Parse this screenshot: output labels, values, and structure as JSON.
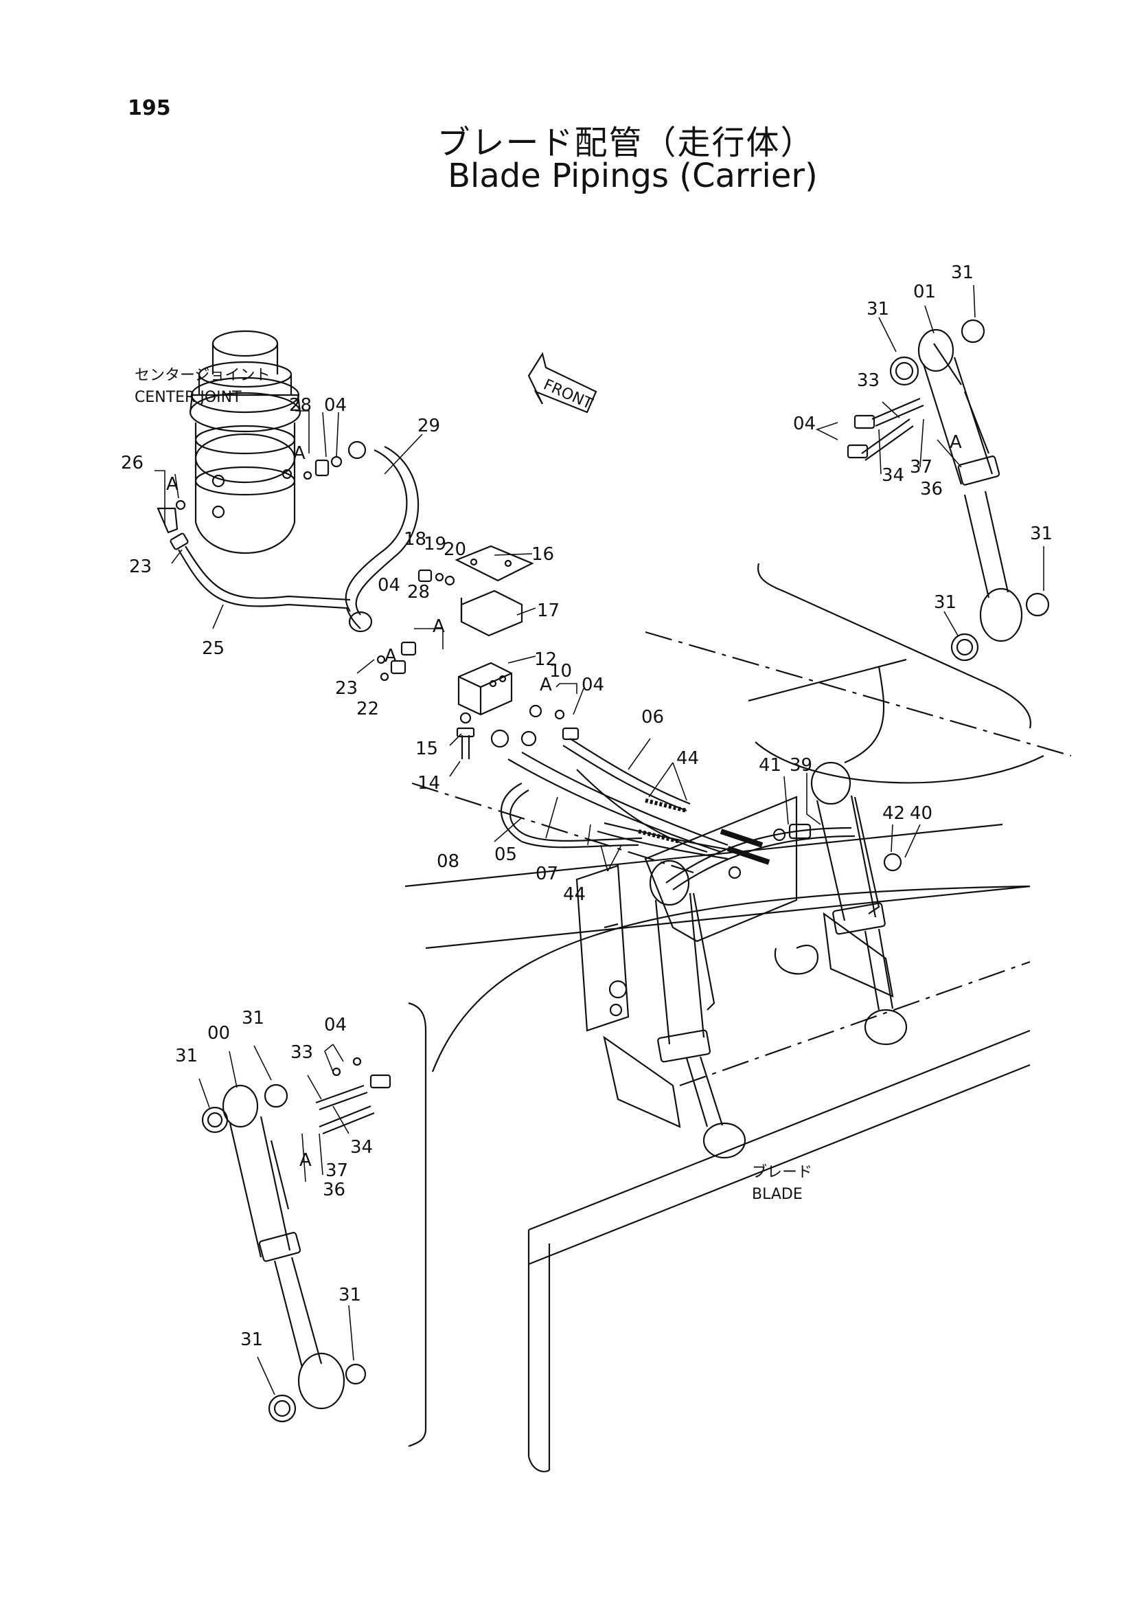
{
  "page_number": "195",
  "title_jp": "ブレード配管（走行体）",
  "title_en": "Blade Pipings (Carrier)",
  "labels": {
    "center_joint_jp": "センタージョイント",
    "center_joint_en": "CENTER JOINT",
    "blade_jp": "ブレード",
    "blade_en": "BLADE",
    "front": "FRONT",
    "detail_a": "A"
  },
  "part_numbers": {
    "p00": "00",
    "p01": "01",
    "p04": "04",
    "p05": "05",
    "p06": "06",
    "p07": "07",
    "p08": "08",
    "p10": "10",
    "p12": "12",
    "p14": "14",
    "p15": "15",
    "p16": "16",
    "p17": "17",
    "p18": "18",
    "p19": "19",
    "p20": "20",
    "p22": "22",
    "p23": "23",
    "p25": "25",
    "p26": "26",
    "p28": "28",
    "p29": "29",
    "p31": "31",
    "p33": "33",
    "p34": "34",
    "p36": "36",
    "p37": "37",
    "p39": "39",
    "p40": "40",
    "p41": "41",
    "p42": "42",
    "p44": "44"
  }
}
